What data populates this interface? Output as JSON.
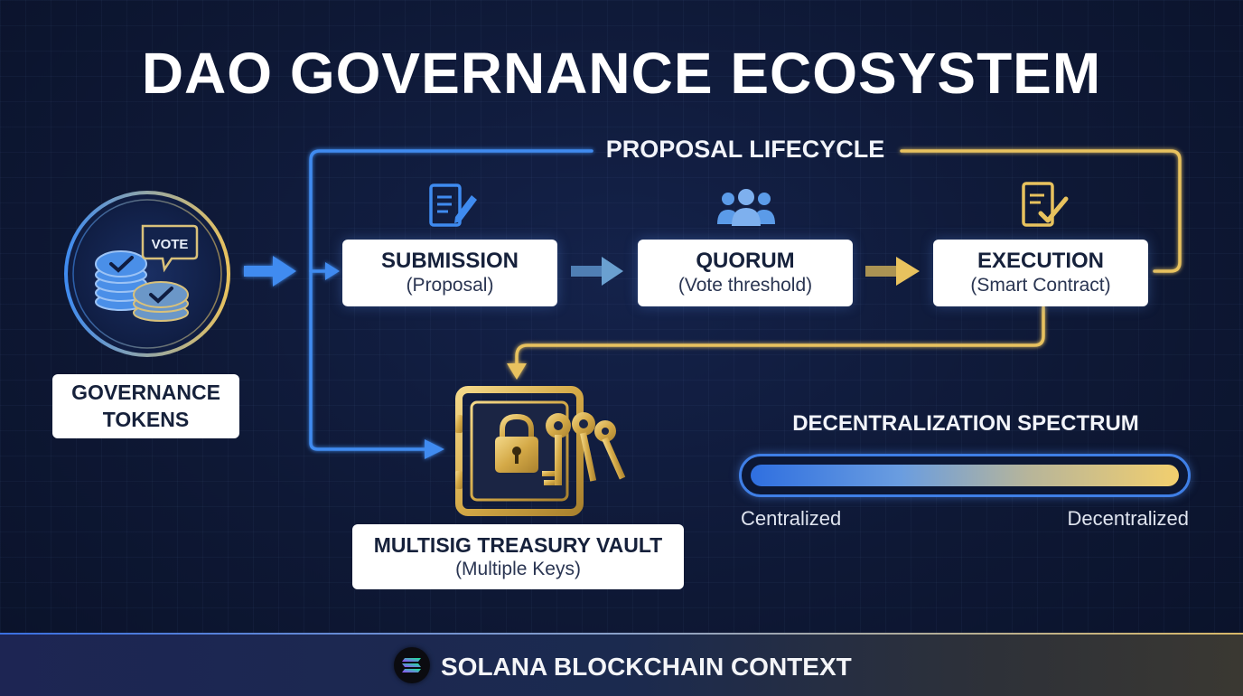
{
  "title": "DAO GOVERNANCE ECOSYSTEM",
  "lifecycle": {
    "label": "PROPOSAL LIFECYCLE",
    "stages": [
      {
        "title": "SUBMISSION",
        "subtitle": "(Proposal)",
        "icon": "document-edit-icon"
      },
      {
        "title": "QUORUM",
        "subtitle": "(Vote threshold)",
        "icon": "people-group-icon"
      },
      {
        "title": "EXECUTION",
        "subtitle": "(Smart Contract)",
        "icon": "document-check-icon"
      }
    ]
  },
  "tokens": {
    "bubble_text": "VOTE",
    "label_line1": "GOVERNANCE",
    "label_line2": "TOKENS",
    "icon": "coin-stack-icon"
  },
  "vault": {
    "title": "MULTISIG TREASURY VAULT",
    "subtitle": "(Multiple Keys)",
    "icon": "vault-keys-icon"
  },
  "spectrum": {
    "title": "DECENTRALIZATION SPECTRUM",
    "left_label": "Centralized",
    "right_label": "Decentralized",
    "fill_fraction": 1.0
  },
  "footer": {
    "text": "SOLANA BLOCKCHAIN CONTEXT",
    "icon": "solana-logo-icon"
  },
  "colors": {
    "background": "#0e1835",
    "blue_accent": "#3f8bf0",
    "gold_accent": "#e8c25e",
    "box_fill": "#ffffff"
  }
}
